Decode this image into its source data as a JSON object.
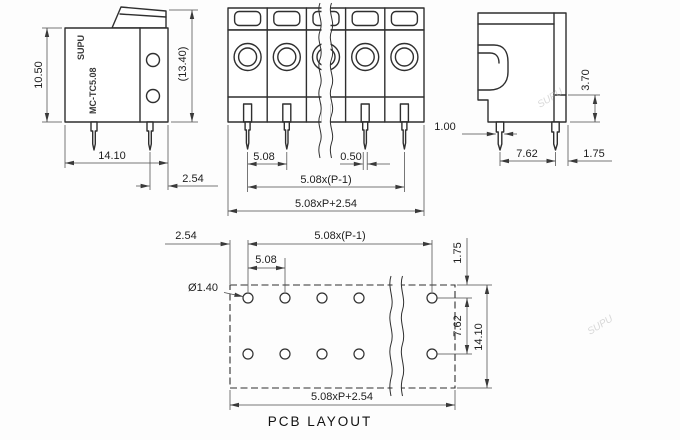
{
  "title": "PCB LAYOUT",
  "brand": {
    "logo": "SUPU",
    "model": "MC-TC5.08"
  },
  "watermark": "SUPU",
  "side_view": {
    "height": "10.50",
    "overall_height": "(13.40)",
    "width": "14.10",
    "pin_to_edge": "2.54"
  },
  "front_view": {
    "pitch": "5.08",
    "pin_width": "0.50",
    "pin_span": "5.08x(P-1)",
    "overall_width": "5.08xP+2.54"
  },
  "profile_view": {
    "pin_thickness": "1.00",
    "row_pitch": "7.62",
    "pin_to_edge": "1.75",
    "step_height": "3.70"
  },
  "pcb_layout": {
    "label": "PCB LAYOUT",
    "edge_to_hole": "2.54",
    "hole_span": "5.08x(P-1)",
    "pitch": "5.08",
    "hole_diameter": "Ø1.40",
    "top_margin": "1.75",
    "row_pitch": "7.62",
    "height": "14.10",
    "overall_width": "5.08xP+2.54"
  }
}
